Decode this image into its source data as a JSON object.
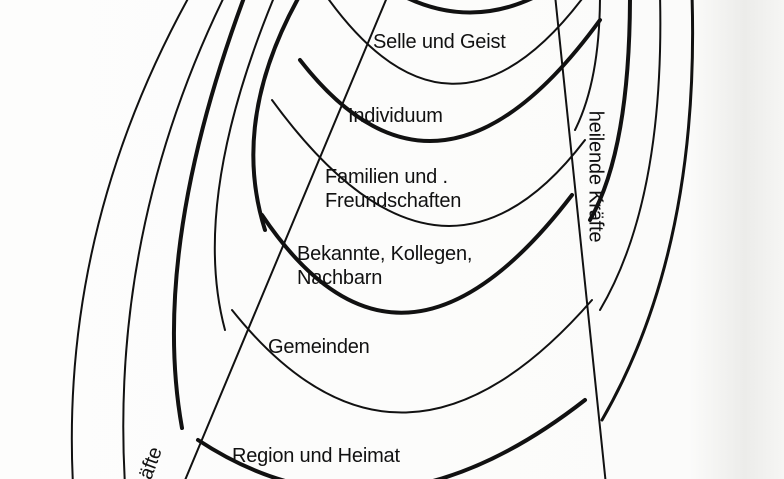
{
  "diagram": {
    "layers": [
      {
        "label": "Selle und Geist"
      },
      {
        "label": "Individuum"
      },
      {
        "label_line1": "Familien und .",
        "label_line2": "Freundschaften"
      },
      {
        "label_line1": "Bekannte, Kollegen,",
        "label_line2": "Nachbarn"
      },
      {
        "label": "Gemeinden"
      },
      {
        "label": "Region und Heimat"
      }
    ],
    "right_axis_label": "heilende Kräfte",
    "left_axis_label_partial": "äfte",
    "line_color": "#111111"
  }
}
